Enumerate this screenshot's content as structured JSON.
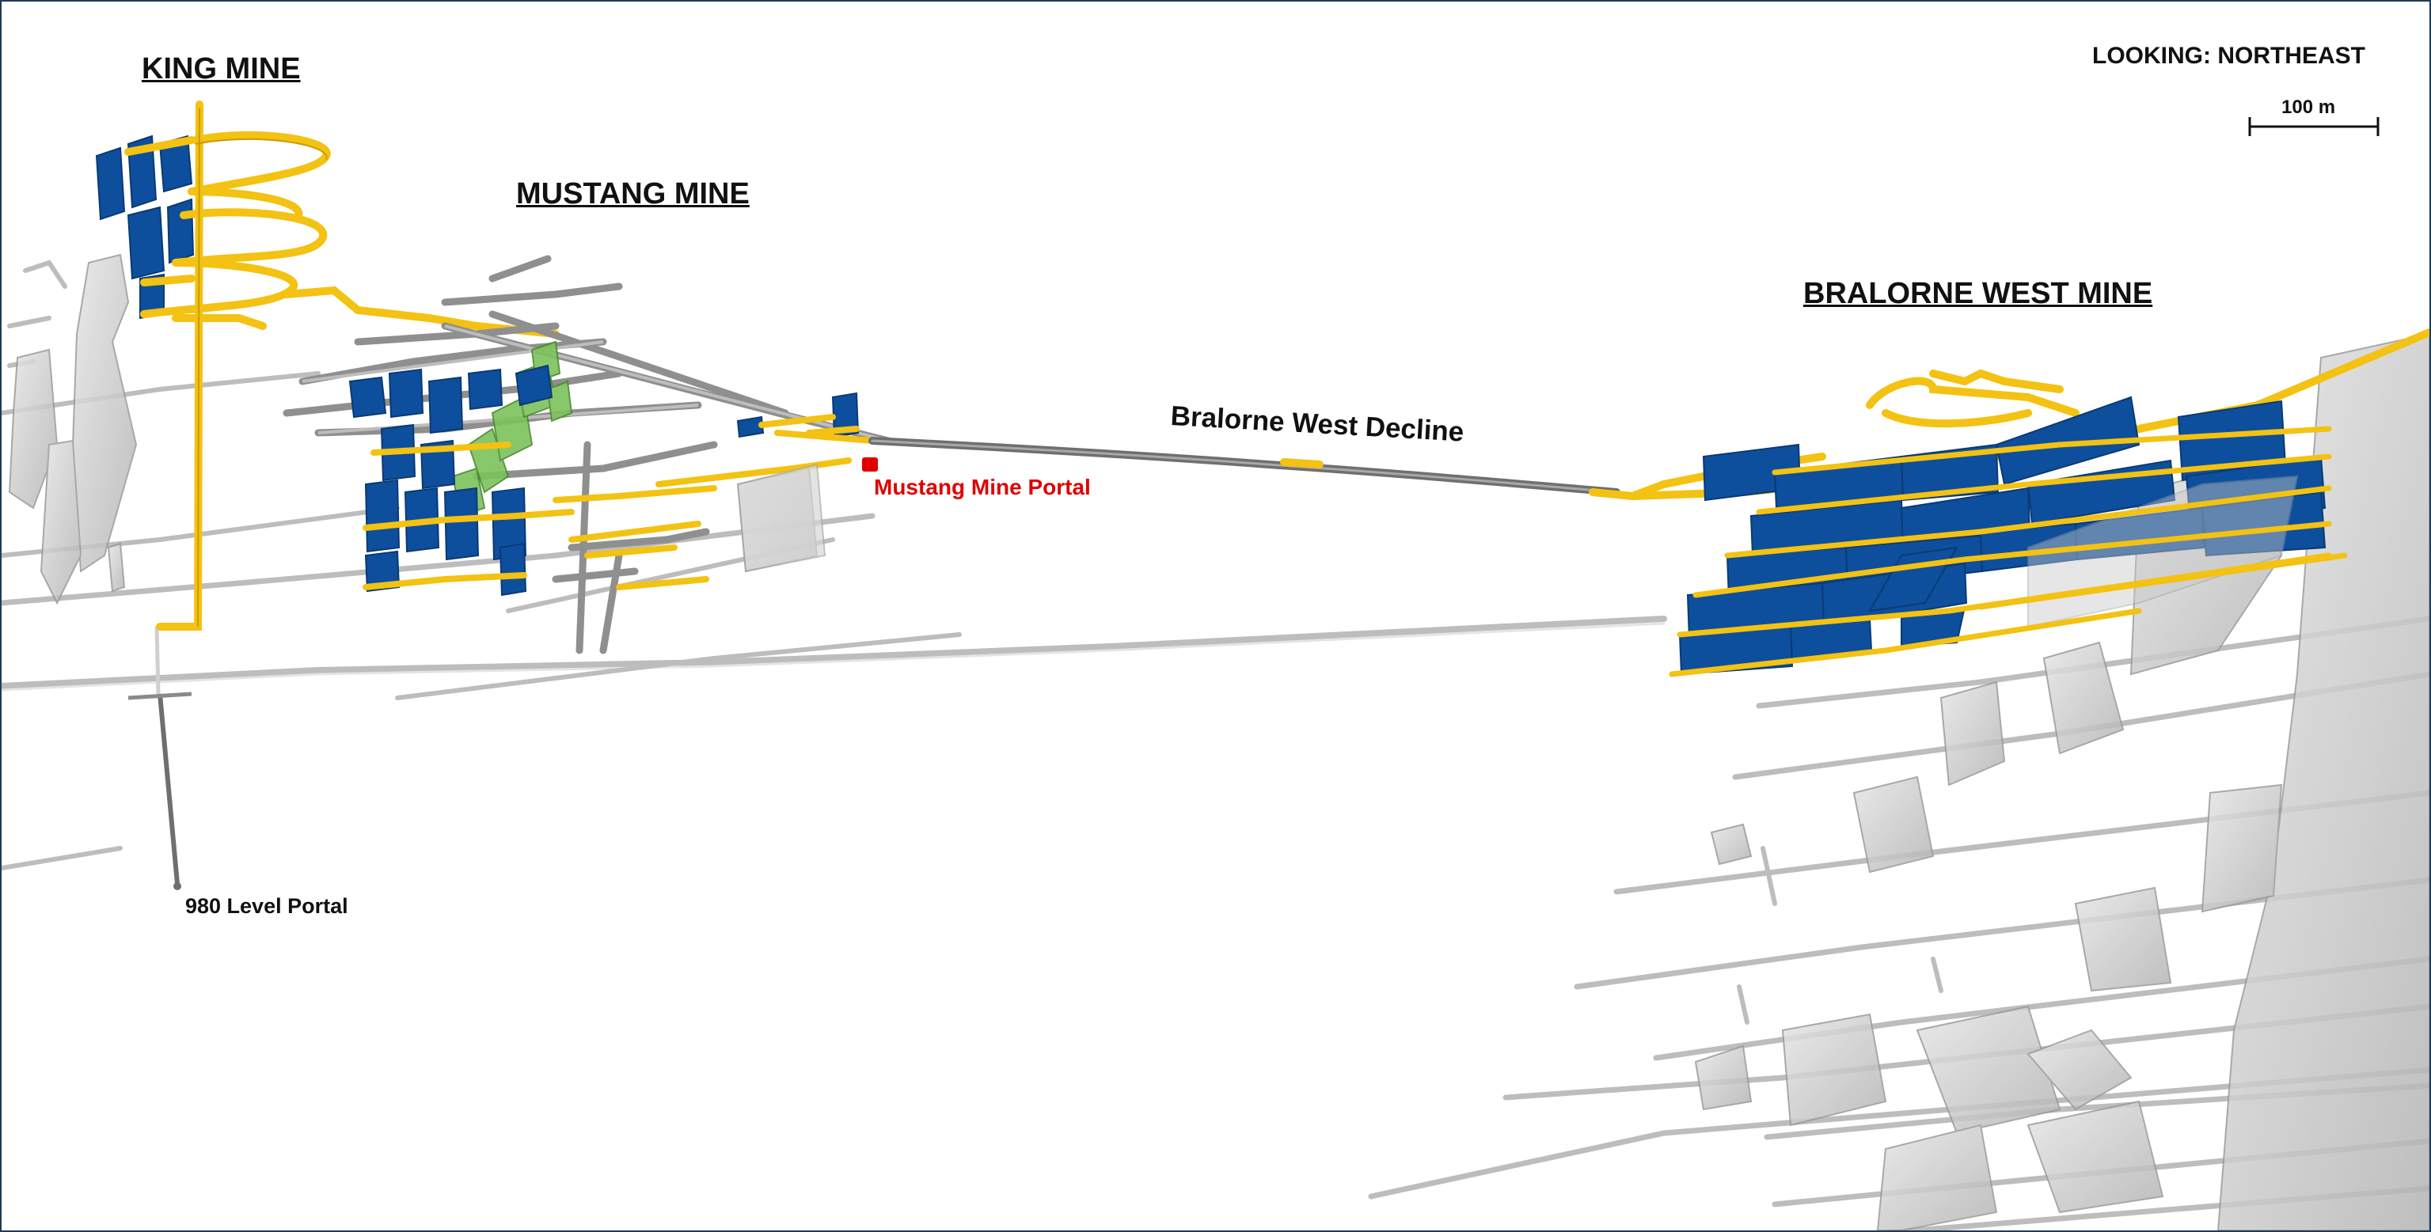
{
  "labels": {
    "king": "KING MINE",
    "mustang": "MUSTANG MINE",
    "bralorne_west": "BRALORNE WEST MINE",
    "decline": "Bralorne West Decline",
    "mustang_portal": "Mustang Mine Portal",
    "level_portal": "980 Level Portal",
    "view": "LOOKING: NORTHEAST",
    "scale": "100 m"
  },
  "colors": {
    "frame": "#1f3b57",
    "development_yellow": "#f3c212",
    "stope_blue": "#0d4f9c",
    "workings_grey": "#bcbcbc",
    "decline_grey": "#6f6f6f",
    "portal_red": "#e00000",
    "green_workings": "#7cc35a"
  },
  "icons": {
    "mustang_portal_marker": "red-square-icon"
  }
}
